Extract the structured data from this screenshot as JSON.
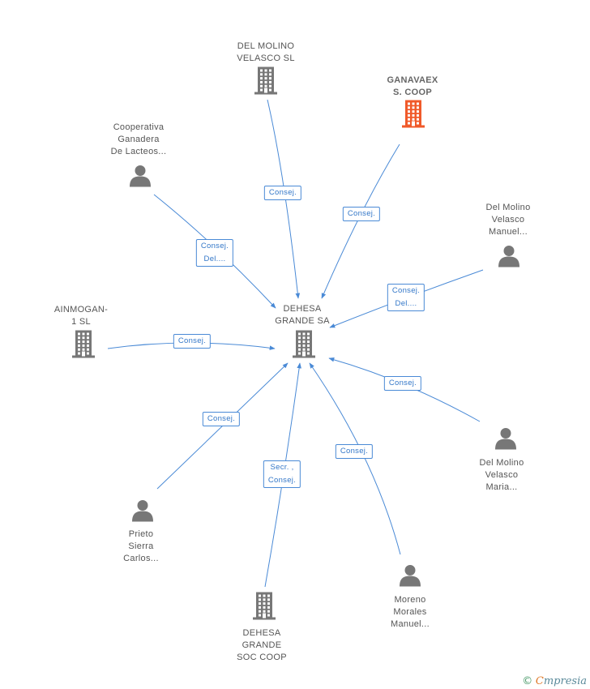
{
  "colors": {
    "edge": "#4a8ad6",
    "node": "#777777",
    "highlight": "#f05a2a"
  },
  "center": {
    "id": "dehesa-grande-sa",
    "label": [
      "DEHESA",
      "GRANDE SA"
    ],
    "kind": "company"
  },
  "nodes": [
    {
      "id": "del-molino-velasco-sl",
      "label": [
        "DEL MOLINO",
        "VELASCO SL"
      ],
      "kind": "company",
      "highlight": false
    },
    {
      "id": "ganavaex",
      "label": [
        "GANAVAEX",
        "S. COOP"
      ],
      "kind": "company",
      "highlight": true
    },
    {
      "id": "cooperativa-ganadera",
      "label": [
        "Cooperativa",
        "Ganadera",
        "De Lacteos..."
      ],
      "kind": "person",
      "highlight": false
    },
    {
      "id": "del-molino-velasco-manuel",
      "label": [
        "Del Molino",
        "Velasco",
        "Manuel..."
      ],
      "kind": "person",
      "highlight": false
    },
    {
      "id": "ainmogan",
      "label": [
        "AINMOGAN-",
        "1 SL"
      ],
      "kind": "company",
      "highlight": false
    },
    {
      "id": "del-molino-velasco-maria",
      "label": [
        "Del Molino",
        "Velasco",
        "Maria..."
      ],
      "kind": "person",
      "highlight": false
    },
    {
      "id": "prieto-sierra",
      "label": [
        "Prieto",
        "Sierra",
        "Carlos..."
      ],
      "kind": "person",
      "highlight": false
    },
    {
      "id": "dehesa-grande-soc-coop",
      "label": [
        "DEHESA",
        "GRANDE",
        "SOC COOP"
      ],
      "kind": "company",
      "highlight": false
    },
    {
      "id": "moreno-morales",
      "label": [
        "Moreno",
        "Morales",
        "Manuel..."
      ],
      "kind": "person",
      "highlight": false
    }
  ],
  "edges": [
    {
      "from": "del-molino-velasco-sl",
      "label": [
        "Consej."
      ]
    },
    {
      "from": "ganavaex",
      "label": [
        "Consej."
      ]
    },
    {
      "from": "cooperativa-ganadera",
      "label": [
        "Consej.",
        "Del...."
      ]
    },
    {
      "from": "del-molino-velasco-manuel",
      "label": [
        "Consej.",
        "Del...."
      ]
    },
    {
      "from": "ainmogan",
      "label": [
        "Consej."
      ]
    },
    {
      "from": "del-molino-velasco-maria",
      "label": [
        "Consej."
      ]
    },
    {
      "from": "prieto-sierra",
      "label": [
        "Consej."
      ]
    },
    {
      "from": "dehesa-grande-soc-coop",
      "label": [
        "Secr. ,",
        "Consej."
      ]
    },
    {
      "from": "moreno-morales",
      "label": [
        "Consej."
      ]
    }
  ],
  "footer": {
    "copyright_symbol": "©",
    "brand_first": "C",
    "brand_rest": "mpresia"
  }
}
